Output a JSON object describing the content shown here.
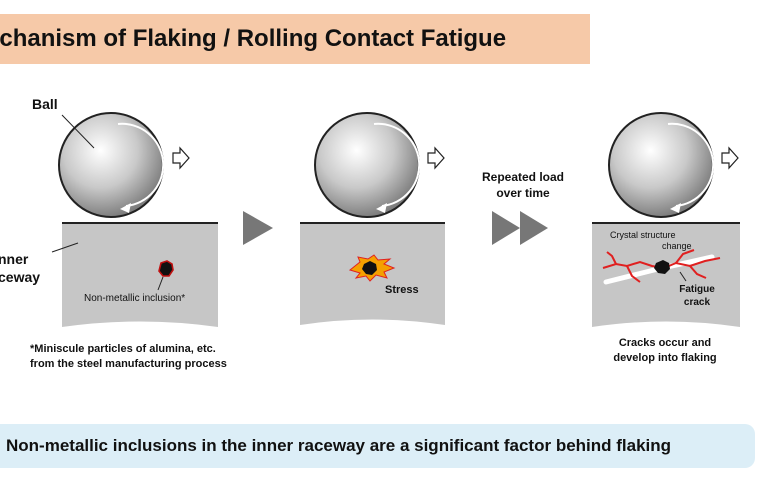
{
  "title": "echanism of Flaking / Rolling Contact Fatigue",
  "labels": {
    "ball": "Ball",
    "inner_line1": "nner",
    "inner_line2": "ceway",
    "inclusion": "Non-metallic inclusion*",
    "stress": "Stress",
    "repeated_line1": "Repeated load",
    "repeated_line2": "over time",
    "crystal_line1": "Crystal structure",
    "crystal_line2": "change",
    "fatigue_line1": "Fatigue",
    "fatigue_line2": "crack",
    "footnote_line1": "*Miniscule particles of alumina, etc.",
    "footnote_line2": "from the steel manufacturing process",
    "cracks_line1": "Cracks occur and",
    "cracks_line2": "develop into flaking"
  },
  "conclusion": "Non-metallic inclusions in the inner raceway are a significant factor behind flaking",
  "colors": {
    "title_bg": "#f6c9a8",
    "bottom_bg": "#dceef7",
    "raceway": "#c6c6c6",
    "arrow": "#777777",
    "crack": "#e02020",
    "stress": "#f5a000"
  }
}
